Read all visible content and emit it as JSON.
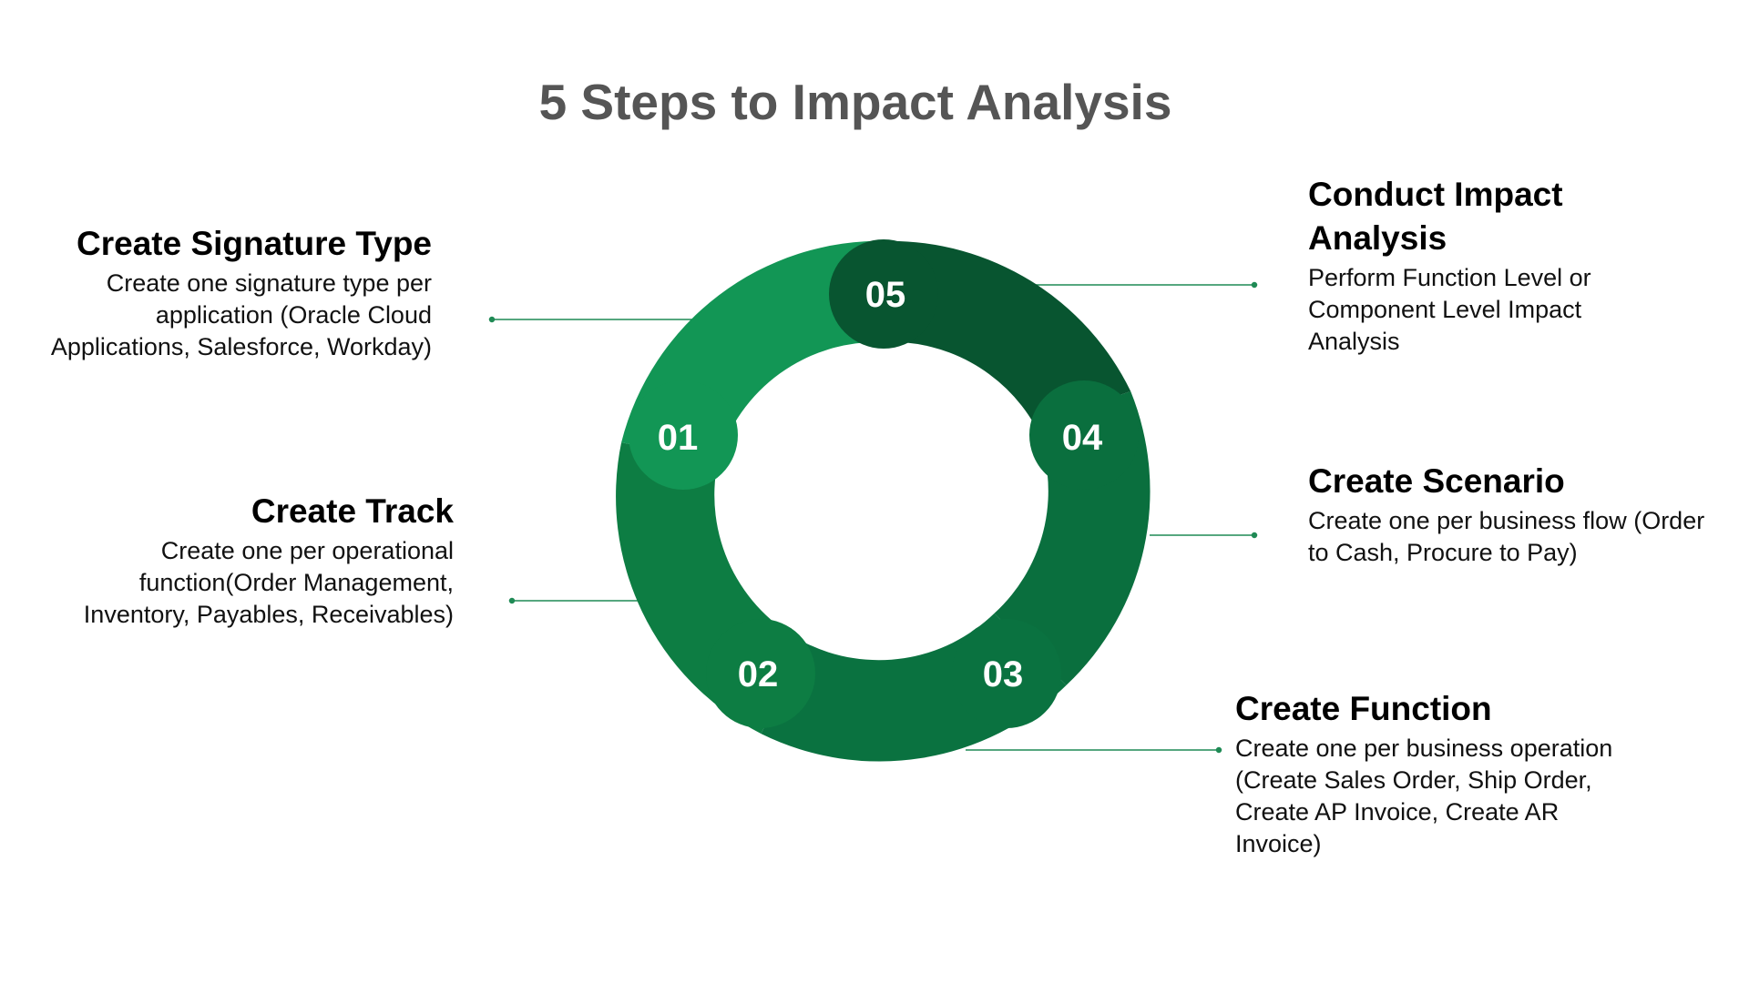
{
  "title": "5 Steps to Impact Analysis",
  "colors": {
    "step1": "#129655",
    "step2": "#0d7d43",
    "step3": "#0a7240",
    "step4": "#0a6f3e",
    "step5": "#085530",
    "connector": "#1f8a55",
    "text": "#000000",
    "title": "#555555"
  },
  "steps": [
    {
      "number": "01",
      "title": "Create Signature Type",
      "description": "Create one signature type per application (Oracle Cloud Applications, Salesforce, Workday)"
    },
    {
      "number": "02",
      "title": "Create Track",
      "description": "Create one per operational function(Order Management, Inventory, Payables, Receivables)"
    },
    {
      "number": "03",
      "title": "Create Function",
      "description": "Create one per business operation (Create Sales Order, Ship Order, Create AP Invoice, Create AR Invoice)"
    },
    {
      "number": "04",
      "title": "Create Scenario",
      "description": "Create one per business flow (Order to Cash, Procure to Pay)"
    },
    {
      "number": "05",
      "title": "Conduct Impact Analysis",
      "description": "Perform Function Level or Component Level Impact Analysis"
    }
  ]
}
